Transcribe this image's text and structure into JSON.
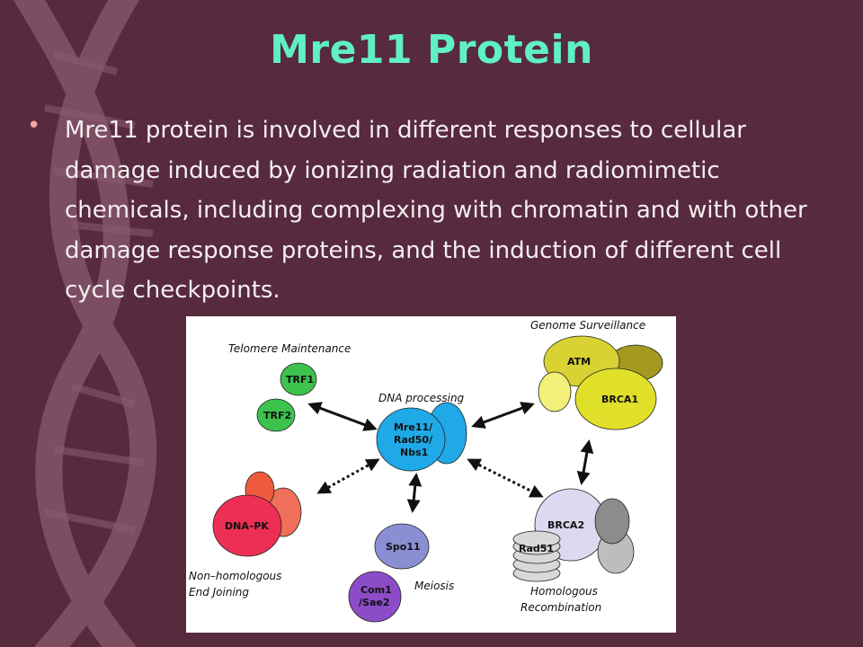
{
  "slide": {
    "title": "Mre11 Protein",
    "bullet_marker": "•",
    "bullet_text": "Mre11 protein is involved in different responses to cellular damage induced by ionizing radiation and radiomimetic chemicals, including complexing with chromatin and with other damage response proteins, and the induction of different cell cycle checkpoints."
  },
  "figure": {
    "groups": {
      "telomere": "Telomere Maintenance",
      "dna_processing": "DNA processing",
      "genome_surveillance": "Genome Surveillance",
      "nhej_line1": "Non–homologous",
      "nhej_line2": "End Joining",
      "meiosis": "Meiosis",
      "hr_line1": "Homologous",
      "hr_line2": "Recombination"
    },
    "nodes": {
      "trf1": "TRF1",
      "trf2": "TRF2",
      "mre11_line1": "Mre11/",
      "mre11_line2": "Rad50/",
      "mre11_line3": "Nbs1",
      "atm": "ATM",
      "brca1": "BRCA1",
      "dnapk": "DNA–PK",
      "spo11": "Spo11",
      "com1_line1": "Com1",
      "com1_line2": "/Sae2",
      "brca2": "BRCA2",
      "rad51": "Rad51"
    },
    "colors": {
      "trf": "#3dc24e",
      "mre11_complex": "#1fa9e6",
      "atm_complex": "#e0e02a",
      "atm_dark": "#a49a20",
      "dnapk": "#ee2f55",
      "dnapk_orange": "#f0705a",
      "spo11": "#8a8fd4",
      "com1": "#8c4cc8",
      "brca2": "#dcdaf0",
      "rad51": "#d8d8d8"
    }
  }
}
